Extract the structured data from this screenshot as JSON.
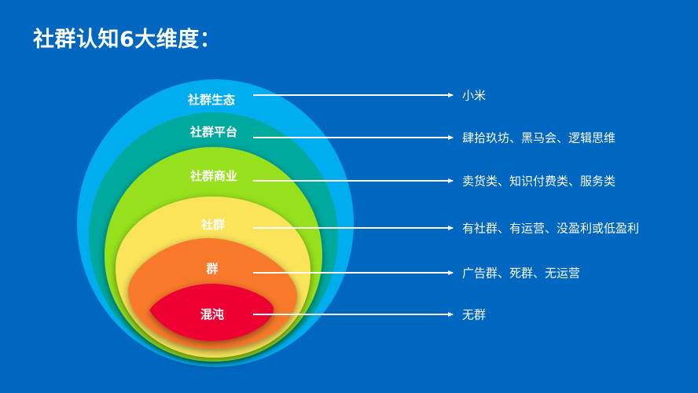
{
  "title": "社群认知6大维度：",
  "colors": {
    "background": "#0067c0",
    "layer_ecosystem": "#00aeef",
    "layer_platform": "#00a99d",
    "layer_business": "#97e11a",
    "layer_community": "#fbe45a",
    "layer_group": "#f9792a",
    "layer_chaos": "#ee0033",
    "line": "#ffffff"
  },
  "layers": [
    {
      "label": "社群生态",
      "description": "小米"
    },
    {
      "label": "社群平台",
      "description": "肆拾玖坊、黑马会、逻辑思维"
    },
    {
      "label": "社群商业",
      "description": "卖货类、知识付费类、服务类"
    },
    {
      "label": "社群",
      "description": "有社群、有运营、没盈利或低盈利"
    },
    {
      "label": "群",
      "description": "广告群、死群、无运营"
    },
    {
      "label": "混沌",
      "description": "无群"
    }
  ]
}
